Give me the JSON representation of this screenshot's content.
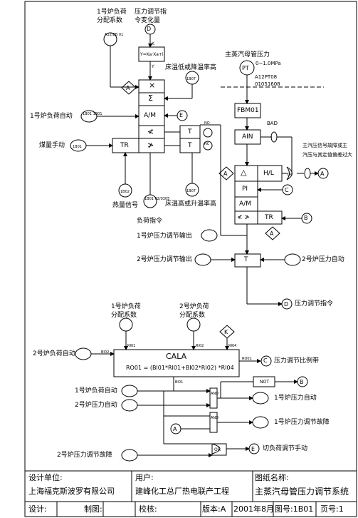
{
  "top": {
    "boiler1_dist_line1": "1号炉负荷",
    "boiler1_dist_line2": "分配系数",
    "pressure_adj_line1": "压力调节指",
    "pressure_adj_line2": "令变化量",
    "xfer_block": "Y=Ka·Xa+i",
    "k_label": "K",
    "y_label": "Y",
    "low_temp": "床温低或降温率高",
    "high_temp": "床温高或升温率高",
    "boiler1_auto": "1号炉负荷自动",
    "coal_manual": "煤量手动",
    "heat_signal": "热量信号",
    "load_cmd": "负荷指令",
    "mult": "×",
    "sum": "Σ",
    "am": "A/M",
    "lt": "≮",
    "gt": "≯",
    "t": "T",
    "tr": "TR",
    "no": "NO",
    "nc": "NC",
    "a12bb01": "A12/BB 01",
    "b01": "1B01",
    "b02": "1B02",
    "b07": "1B07",
    "b01_b01": "1B01 1B01",
    "b01_b02": "1B01 02/0305"
  },
  "main_pressure": {
    "title": "主蒸汽母管压力",
    "range": "0~1.0MPa",
    "tag1": "A12PT08",
    "tag2": "01051608",
    "pt": "PT",
    "fbm": "FBM01",
    "ain": "AIN",
    "bad": "BAD",
    "fault_line1": "主汽压信号故障或主",
    "fault_line2": "汽压与其定值偏差过大",
    "delta": "△",
    "hl": "H/L",
    "or": "OR",
    "pi": "PI",
    "am": "A/M",
    "lt_gt": "≮ ≯",
    "tr": "TR",
    "t": "T",
    "boiler1_out": "1号炉压力调节输出",
    "boiler2_out": "2号炉压力调节输出",
    "boiler2_auto": "2号炉压力自动",
    "cmd": "压力调节指令"
  },
  "cala_section": {
    "b1_line1": "1号炉负荷",
    "b1_line2": "分配系数",
    "b2_line1": "2号炉负荷",
    "b2_line2": "分配系数",
    "boiler2_load_auto": "2号炉负荷自动",
    "block_title": "CALA",
    "formula": "RO01 = (BI01*RI01+BI02*RI02) *RI04",
    "bi01": "BI01",
    "bi02": "BI02",
    "ri01": "RI01",
    "ri02": "RI02",
    "ri04": "RI04",
    "ro01": "RO01",
    "ratio_out": "压力调节比例带",
    "not": "NOT",
    "and": "AND",
    "or": "OR",
    "k": "K",
    "boiler1_load_auto": "1号炉负荷自动",
    "boiler2_press_auto": "2号炉压力自动",
    "out_boiler1_auto": "1号炉压力自动",
    "out_boiler1_fault": "1号炉压力调节故障",
    "boiler2_press_fault": "2号炉压力调节故障",
    "switch_manual": "切负荷调节手动"
  },
  "letters": {
    "a": "A",
    "b": "B",
    "c": "C",
    "d": "D",
    "e": "E",
    "k": "K"
  },
  "titleblock": {
    "design_unit_label": "设计单位:",
    "design_unit": "上海福克斯波罗有限公司",
    "user_label": "用户:",
    "user": "建峰化工总厂热电联产工程",
    "drawing_label": "图纸名称:",
    "drawing": "主蒸汽母管压力调节系统",
    "designer": "设计:",
    "drafter": "制图:",
    "checker": "校核:",
    "version": "版本:A",
    "date": "2001年8月",
    "drawing_no": "图号:1B01",
    "page": "页号:1"
  }
}
